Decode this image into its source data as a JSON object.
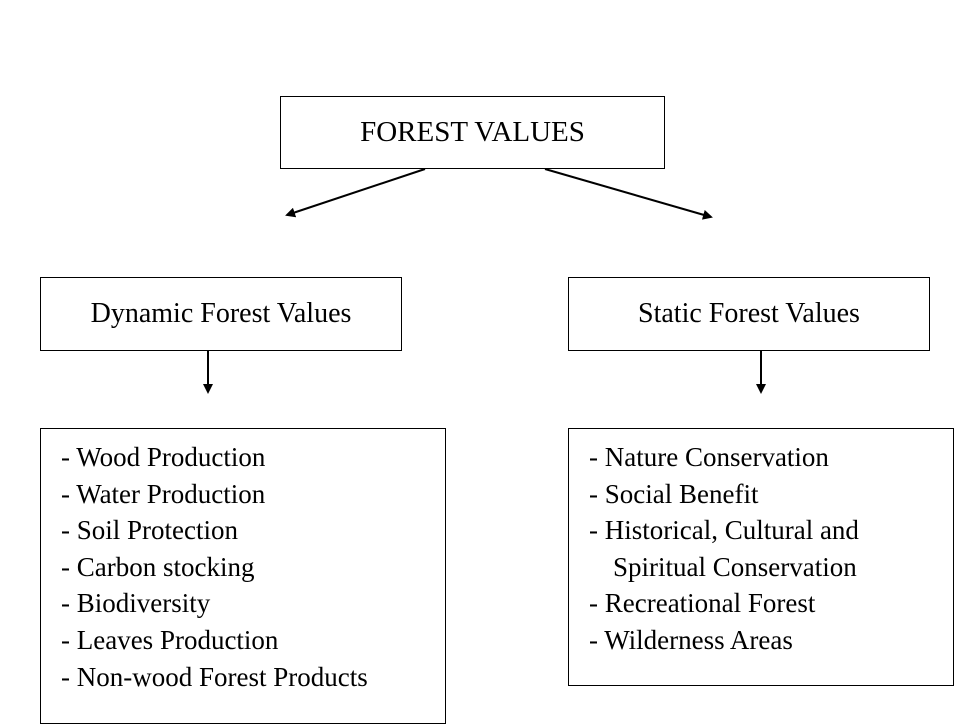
{
  "root": {
    "title": "FOREST VALUES"
  },
  "left": {
    "title": "Dynamic Forest Values",
    "items": [
      "- Wood Production",
      "- Water Production",
      "- Soil Protection",
      "- Carbon stocking",
      "- Biodiversity",
      "- Leaves Production",
      "- Non-wood Forest Products"
    ]
  },
  "right": {
    "title": "Static Forest Values",
    "items": [
      "- Nature Conservation",
      "- Social Benefit",
      "- Historical, Cultural and",
      "Spiritual Conservation",
      "- Recreational Forest",
      "- Wilderness Areas"
    ]
  }
}
